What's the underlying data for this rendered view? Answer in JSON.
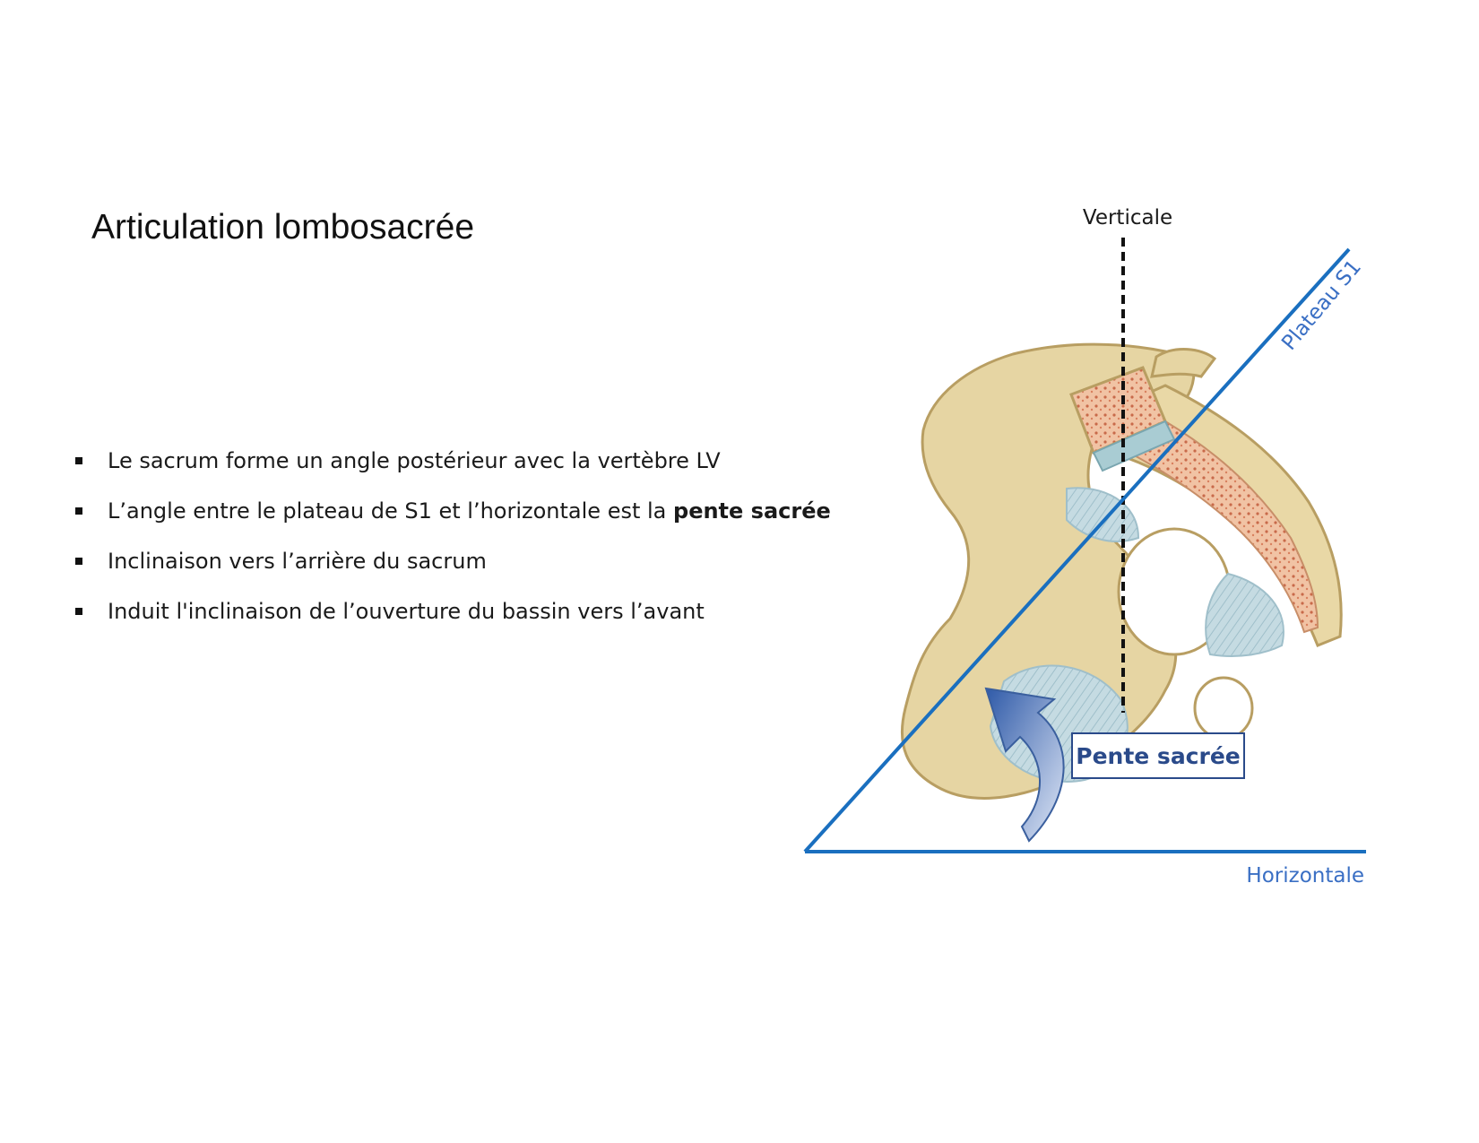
{
  "title": "Articulation lombosacrée",
  "bullets": [
    {
      "text": "Le sacrum forme un angle postérieur avec la vertèbre LV"
    },
    {
      "text": "L’angle entre le plateau de S1 et l’horizontale est la ",
      "bold": "pente sacrée"
    },
    {
      "text": "Inclinaison vers l’arrière du sacrum"
    },
    {
      "text": "Induit l'inclinaison de l’ouverture du bassin vers l’avant"
    }
  ],
  "diagram": {
    "label_vertical": "Verticale",
    "label_plateau": "Plateau S1",
    "label_horizontal": "Horizontale",
    "label_angle": "Pente sacrée"
  },
  "colors": {
    "line_blue": "#1a6fbf",
    "label_blue": "#3a6fc4",
    "angle_text": "#2a4a8a",
    "bone": "#e8d8a8",
    "bone_dark": "#c9b27a",
    "ligament": "#b9d3dc",
    "marrow": "#e9a37e"
  }
}
